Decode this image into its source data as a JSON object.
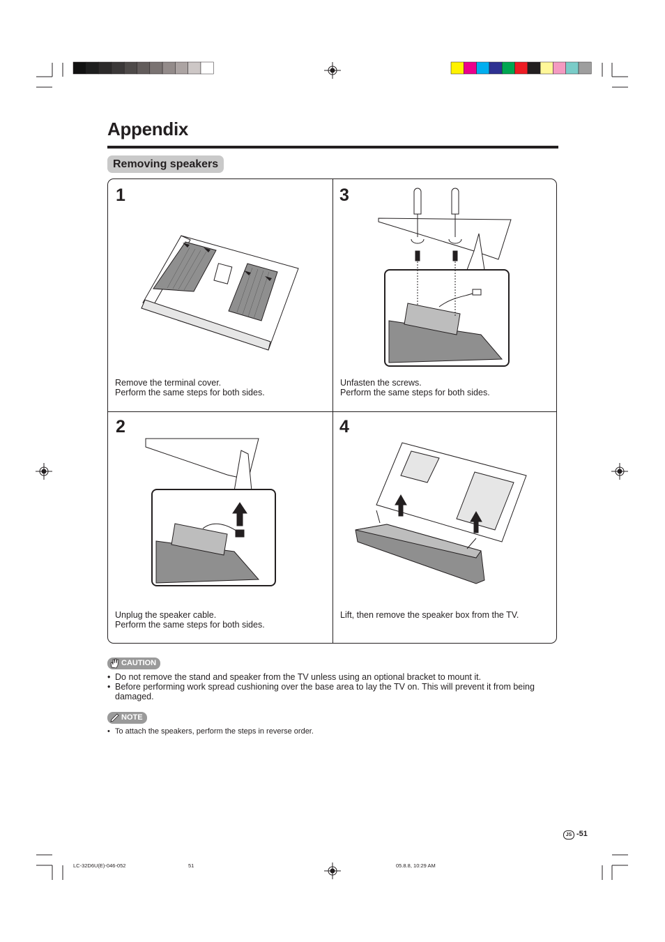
{
  "page": {
    "title": "Appendix",
    "section": "Removing speakers",
    "page_number": "51",
    "region_badge": "JS",
    "page_number_prefix": "-"
  },
  "steps": [
    {
      "number": "1",
      "caption": "Remove the terminal cover.\nPerform the same steps for both sides."
    },
    {
      "number": "3",
      "caption": "Unfasten the screws.\nPerform the same steps for both sides."
    },
    {
      "number": "2",
      "caption": "Unplug the speaker cable.\nPerform the same steps for both sides."
    },
    {
      "number": "4",
      "caption": "Lift, then remove the speaker box from the TV."
    }
  ],
  "caution": {
    "label": "CAUTION",
    "items": [
      "Do not remove the stand and speaker from the TV unless using an optional bracket to mount it.",
      "Before performing work spread cushioning over the base area to lay the TV on. This will prevent it from being damaged."
    ]
  },
  "note": {
    "label": "NOTE",
    "items": [
      "To attach the speakers, perform the steps in reverse order."
    ]
  },
  "footer": {
    "file": "LC-32D6U(E)-046-052",
    "page": "51",
    "timestamp": "05.8.8, 10:29 AM"
  },
  "color_bars": {
    "grays": [
      "#111111",
      "#1e1e1e",
      "#2c2a2a",
      "#3b3838",
      "#4e4a49",
      "#625c5b",
      "#7a7372",
      "#938b8a",
      "#aca4a3",
      "#cdc7c6",
      "#ffffff"
    ],
    "colors": [
      "#fff200",
      "#ec008c",
      "#00aeef",
      "#2e3192",
      "#00a651",
      "#ed1c24",
      "#231f20",
      "#fff799",
      "#f49ac1",
      "#7accc8",
      "#9e9e9e"
    ]
  }
}
